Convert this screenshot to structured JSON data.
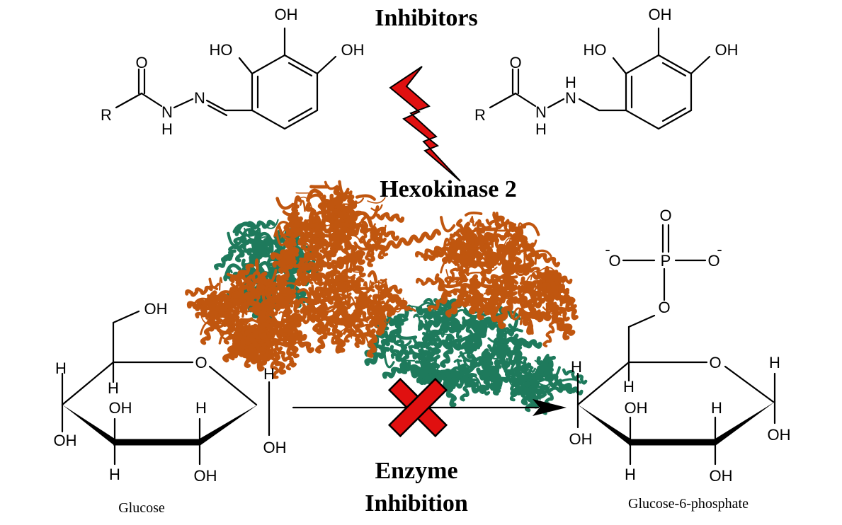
{
  "labels": {
    "inhibitors_title": "Inhibitors",
    "enzyme_name": "Hexokinase 2",
    "inhibition_line1": "Enzyme",
    "inhibition_line2": "Inhibition",
    "substrate_name": "Glucose",
    "product_name": "Glucose-6-phosphate"
  },
  "atoms": {
    "OH": "OH",
    "HO": "HO",
    "O": "O",
    "R": "R",
    "N": "N",
    "H": "H",
    "P": "P",
    "O_minus": "-"
  },
  "colors": {
    "lightning": "#e01010",
    "cross": "#e01010",
    "protein_chain_a": "#c0560f",
    "protein_chain_b": "#1e7a5c"
  }
}
